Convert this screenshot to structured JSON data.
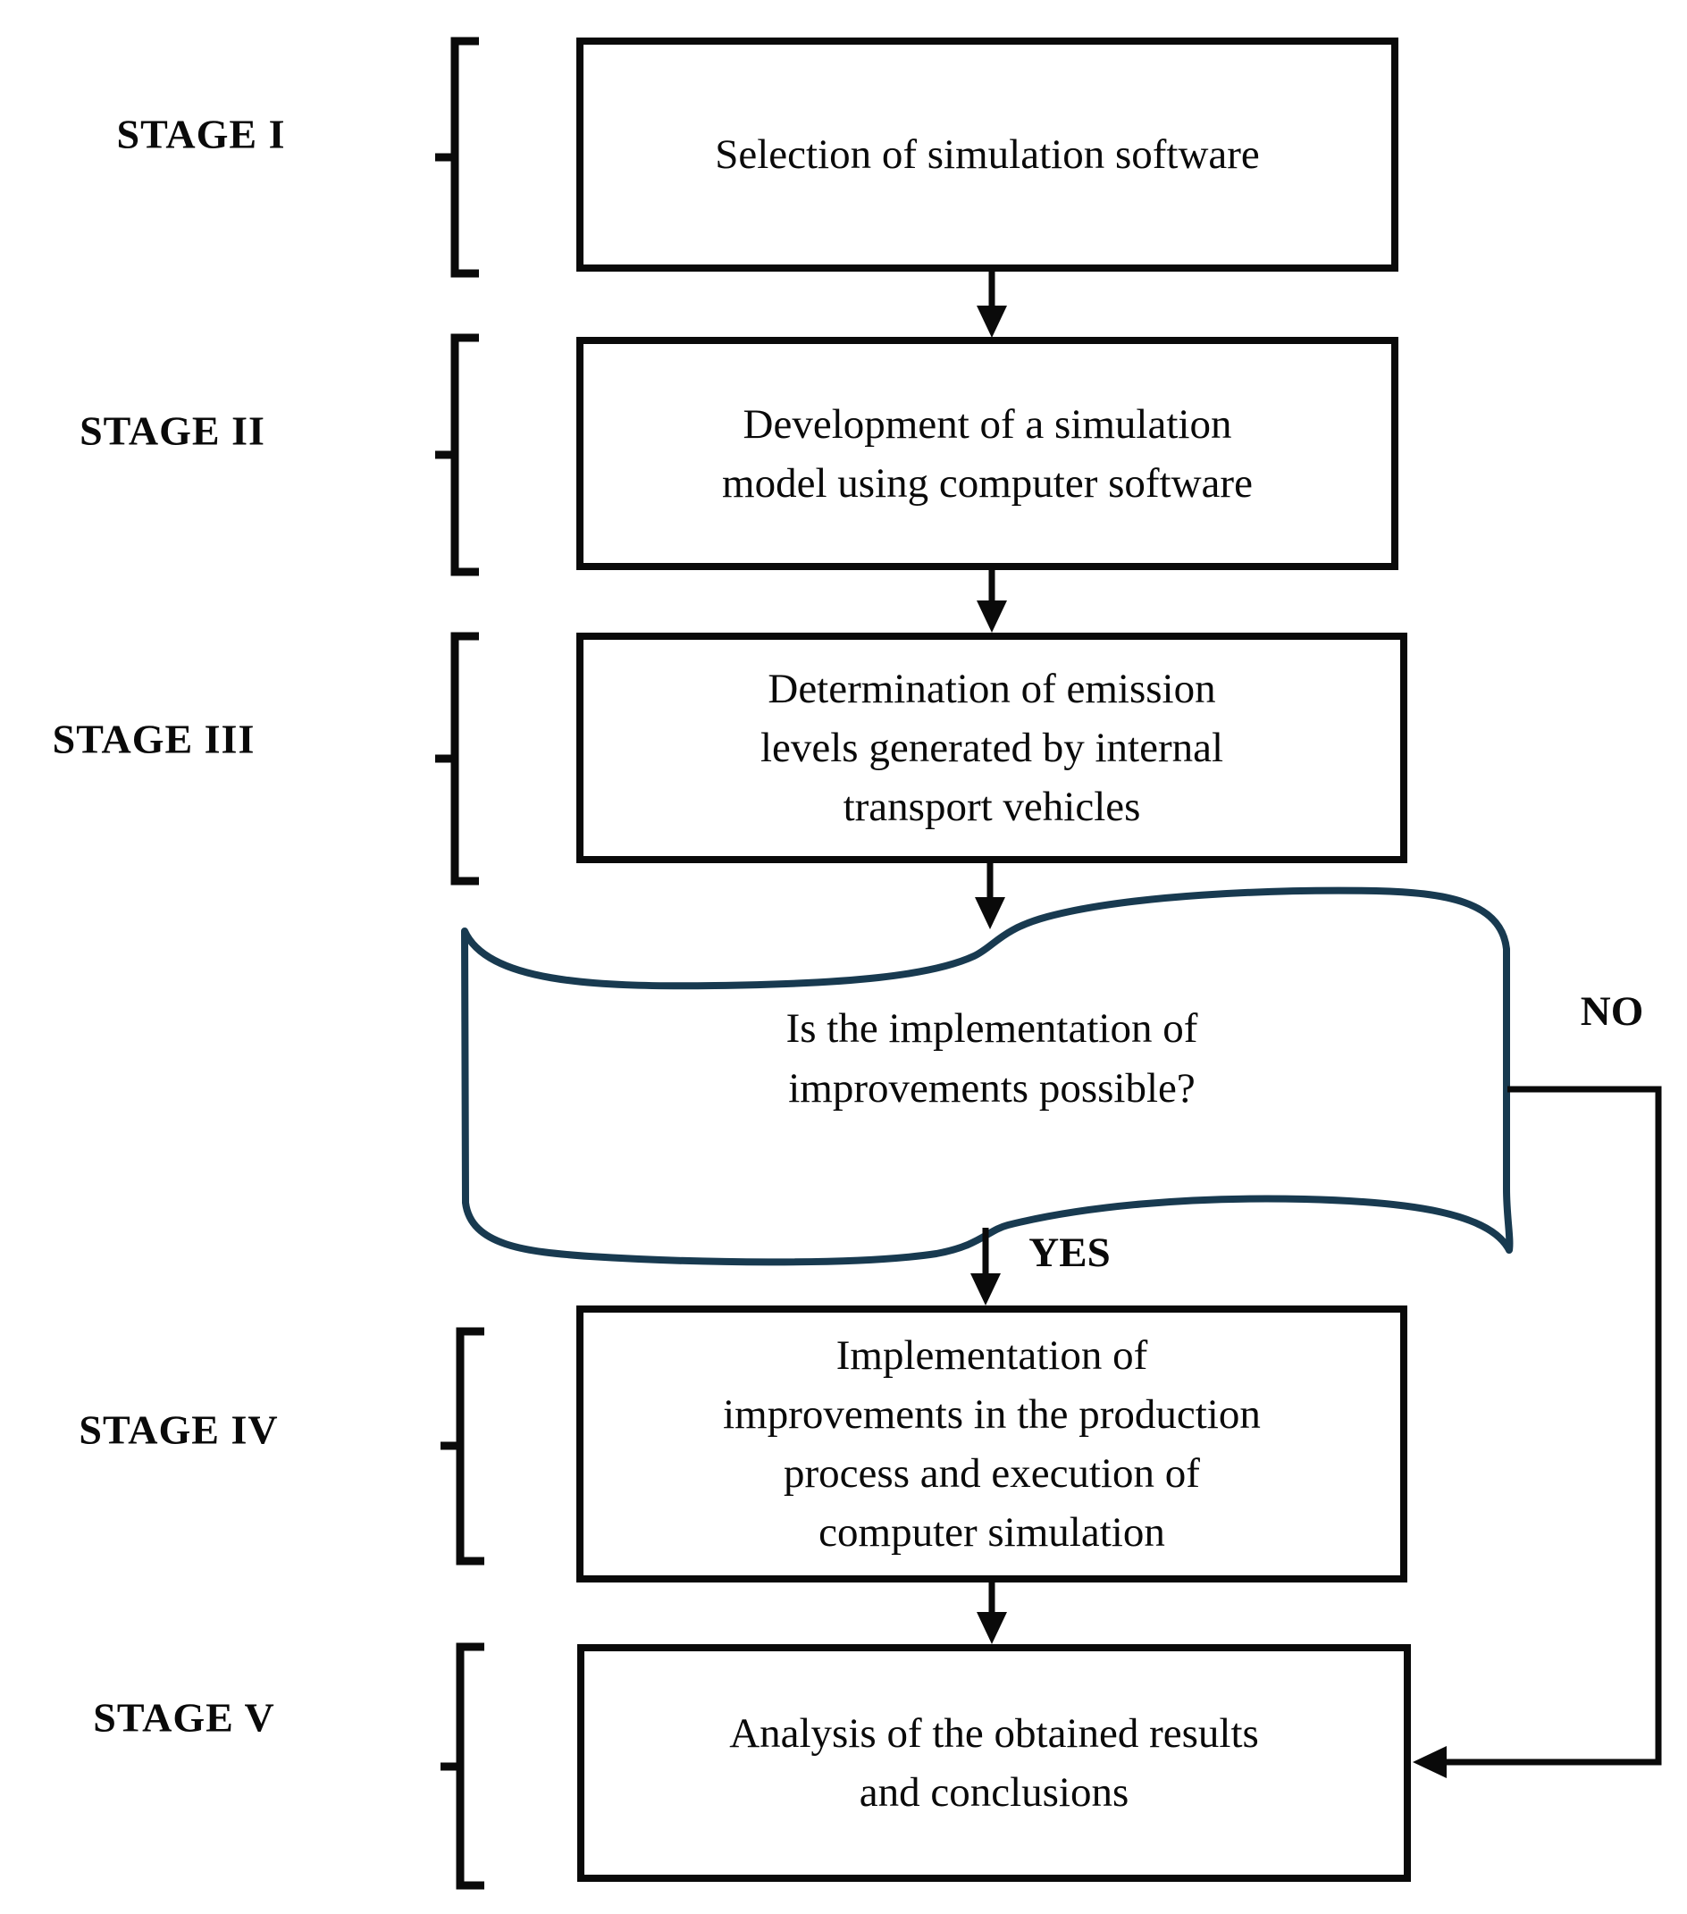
{
  "diagram": {
    "title_hint": "Five-stage simulation methodology flowchart",
    "colors": {
      "background": "#ffffff",
      "line_color": "#0a0a0a",
      "decision_outline": "#183a50",
      "text": "#0a0a0a"
    },
    "stages": [
      {
        "label": "STAGE I",
        "lines": [
          "Selection of simulation software"
        ]
      },
      {
        "label": "STAGE II",
        "lines": [
          "Development of a simulation",
          "model using computer software"
        ]
      },
      {
        "label": "STAGE III",
        "lines": [
          "Determination of emission",
          "levels generated by internal",
          "transport vehicles"
        ]
      },
      {
        "label": "STAGE IV",
        "lines": [
          "Implementation of",
          "improvements in the production",
          "process and execution of",
          "computer simulation"
        ]
      },
      {
        "label": "STAGE V",
        "lines": [
          "Analysis of the obtained results",
          "and conclusions"
        ]
      }
    ],
    "decision": {
      "lines": [
        "Is the implementation of",
        "improvements possible?"
      ],
      "yes_label": "YES",
      "no_label": "NO"
    }
  }
}
